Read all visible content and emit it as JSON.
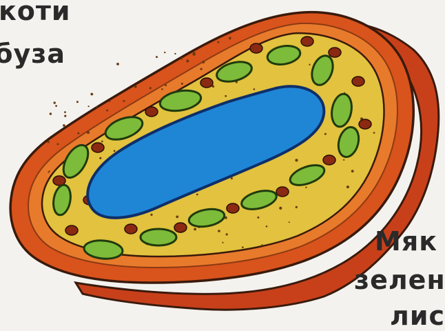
{
  "labels": {
    "top_left_line1": "коти",
    "top_left_line2": "буза",
    "bottom_right_line1": "Мяк",
    "bottom_right_line2": "зелен",
    "bottom_right_line3": "лис"
  },
  "colors": {
    "background": "#f3f2ee",
    "cell_wall_outer": "#d9531c",
    "cell_wall_side": "#c8401a",
    "membrane": "#e87a2c",
    "cytoplasm": "#e2c23e",
    "vacuole": "#1f86d6",
    "chloroplast": "#7dbb3a",
    "mitochondria": "#8a2a12",
    "outline": "#3a1a0c"
  }
}
